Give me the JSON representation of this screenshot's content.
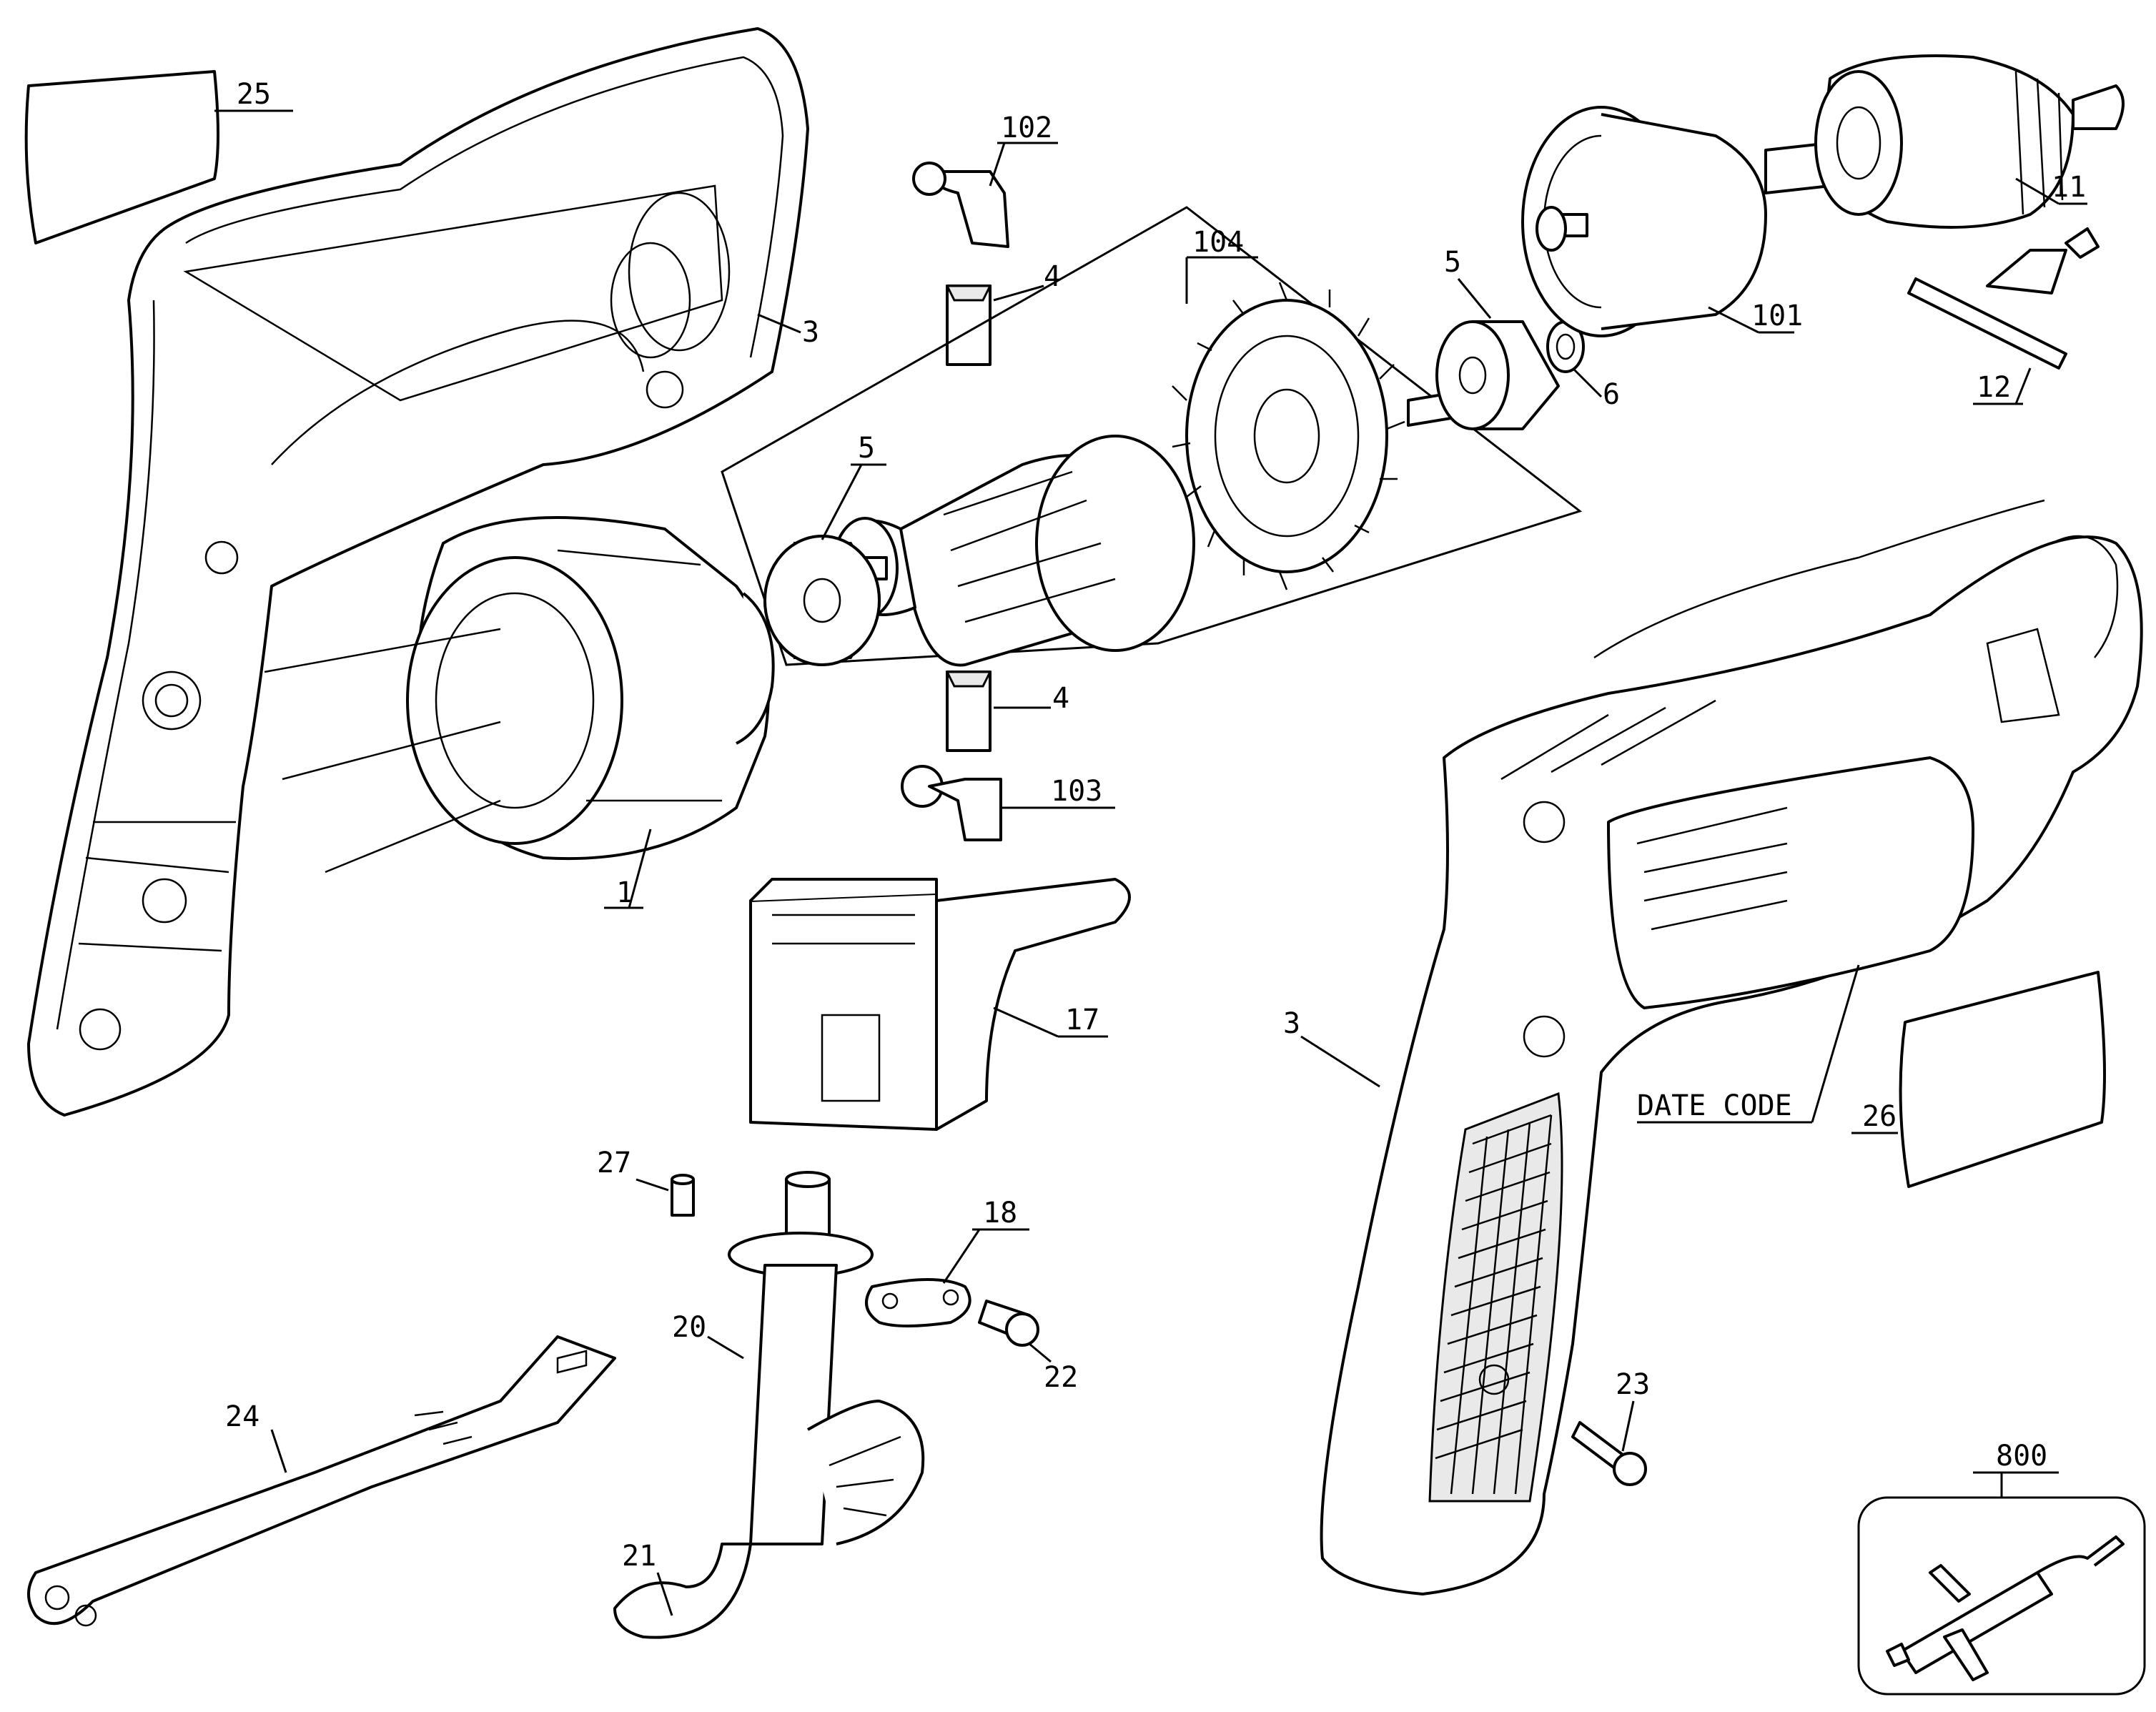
{
  "diagram": {
    "labels": {
      "p25": "25",
      "p3_left": "3",
      "p102": "102",
      "p4_top": "4",
      "p104": "104",
      "p5_right": "5",
      "p5_left": "5",
      "p6": "6",
      "p101": "101",
      "p11": "11",
      "p12": "12",
      "p4_bottom": "4",
      "p103": "103",
      "p1": "1",
      "p17": "17",
      "p3_right": "3",
      "date_code": "DATE CODE",
      "p26": "26",
      "p27": "27",
      "p18": "18",
      "p20": "20",
      "p22": "22",
      "p24": "24",
      "p21": "21",
      "p23": "23",
      "p800": "800"
    }
  }
}
